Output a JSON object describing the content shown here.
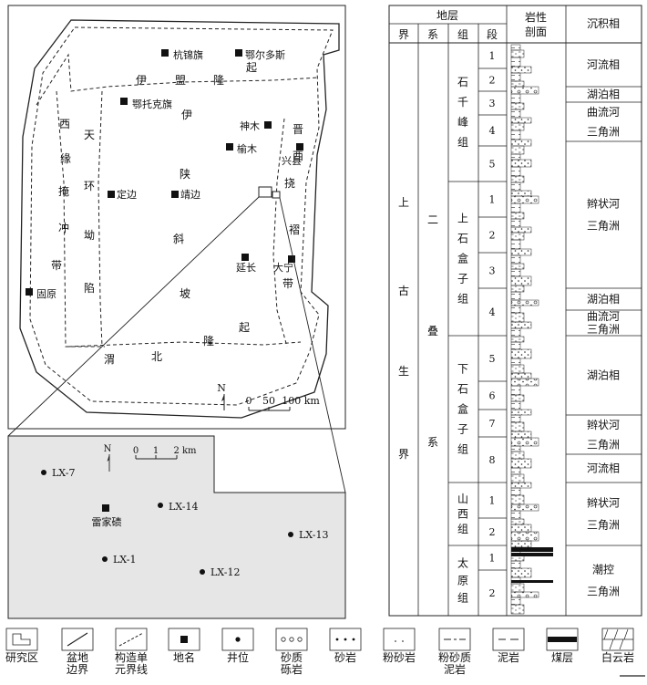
{
  "map": {
    "basin_region_labels": [
      {
        "chars": [
          "伊",
          "盟",
          "隆",
          "起"
        ],
        "name": "yimeng-uplift-label"
      },
      {
        "chars": [
          "伊",
          "陕",
          "斜",
          "坡"
        ],
        "name": "yishan-slope-label"
      },
      {
        "chars": [
          "西",
          "缘",
          "掩",
          "冲",
          "带"
        ],
        "name": "western-thrust-belt-label"
      },
      {
        "chars": [
          "天",
          "环",
          "坳",
          "陷"
        ],
        "name": "tianhuan-depression-label"
      },
      {
        "chars": [
          "晋",
          "西",
          "挠",
          "褶",
          "带"
        ],
        "name": "jinxi-flexure-belt-label"
      },
      {
        "chars": [
          "渭",
          "北",
          "隆",
          "起"
        ],
        "name": "weibei-uplift-label"
      }
    ],
    "places": [
      "杭锦旗",
      "鄂尔多斯",
      "鄂托克旗",
      "神木",
      "榆木",
      "兴县",
      "定边",
      "靖边",
      "延长",
      "大宁",
      "固原"
    ],
    "north": "N",
    "scale_ticks": [
      "0",
      "50",
      "100 km"
    ]
  },
  "inset": {
    "north": "N",
    "scale_ticks": [
      "0",
      "1",
      "2 km"
    ],
    "town": "雷家碛",
    "wells": [
      "LX-7",
      "LX-14",
      "LX-13",
      "LX-1",
      "LX-12"
    ]
  },
  "column": {
    "headers": {
      "strata": "地层",
      "jie": "界",
      "xi": "系",
      "zu": "组",
      "duan": "段",
      "lithology_line1": "岩性",
      "lithology_line2": "剖面",
      "facies": "沉积相"
    },
    "jie": "上古生界",
    "xi": "二叠系",
    "formations": [
      "石千峰组",
      "上石盒子组",
      "下石盒子组",
      "山西组",
      "太原组"
    ],
    "members": [
      "1",
      "2",
      "3",
      "4",
      "5",
      "1",
      "2",
      "3",
      "4",
      "5",
      "6",
      "7",
      "8",
      "1",
      "2",
      "1",
      "2"
    ],
    "facies": [
      [
        "河流相"
      ],
      [
        "湖泊相"
      ],
      [
        "曲流河",
        "三角洲"
      ],
      [
        "辫状河",
        "三角洲"
      ],
      [
        "湖泊相"
      ],
      [
        "曲流河",
        "三角洲"
      ],
      [
        "湖泊相"
      ],
      [
        "辫状河",
        "三角洲"
      ],
      [
        "河流相"
      ],
      [
        "辫状河",
        "三角洲"
      ],
      [
        "潮控",
        "三角洲"
      ]
    ]
  },
  "legend": [
    {
      "lines": [
        "研究区"
      ],
      "icon": "study-area-icon"
    },
    {
      "lines": [
        "盆地",
        "边界"
      ],
      "icon": "basin-boundary-icon"
    },
    {
      "lines": [
        "构造单",
        "元界线"
      ],
      "icon": "structural-unit-boundary-icon"
    },
    {
      "lines": [
        "地名"
      ],
      "icon": "place-name-square-icon"
    },
    {
      "lines": [
        "井位"
      ],
      "icon": "well-dot-icon"
    },
    {
      "lines": [
        "砂质",
        "砾岩"
      ],
      "icon": "sandy-conglomerate-icon"
    },
    {
      "lines": [
        "砂岩"
      ],
      "icon": "sandstone-icon"
    },
    {
      "lines": [
        "粉砂岩"
      ],
      "icon": "siltstone-icon"
    },
    {
      "lines": [
        "粉砂质",
        "泥岩"
      ],
      "icon": "silty-mudstone-icon"
    },
    {
      "lines": [
        "泥岩"
      ],
      "icon": "mudstone-icon"
    },
    {
      "lines": [
        "煤层"
      ],
      "icon": "coal-seam-icon"
    },
    {
      "lines": [
        "白云岩"
      ],
      "icon": "dolomite-icon"
    }
  ]
}
